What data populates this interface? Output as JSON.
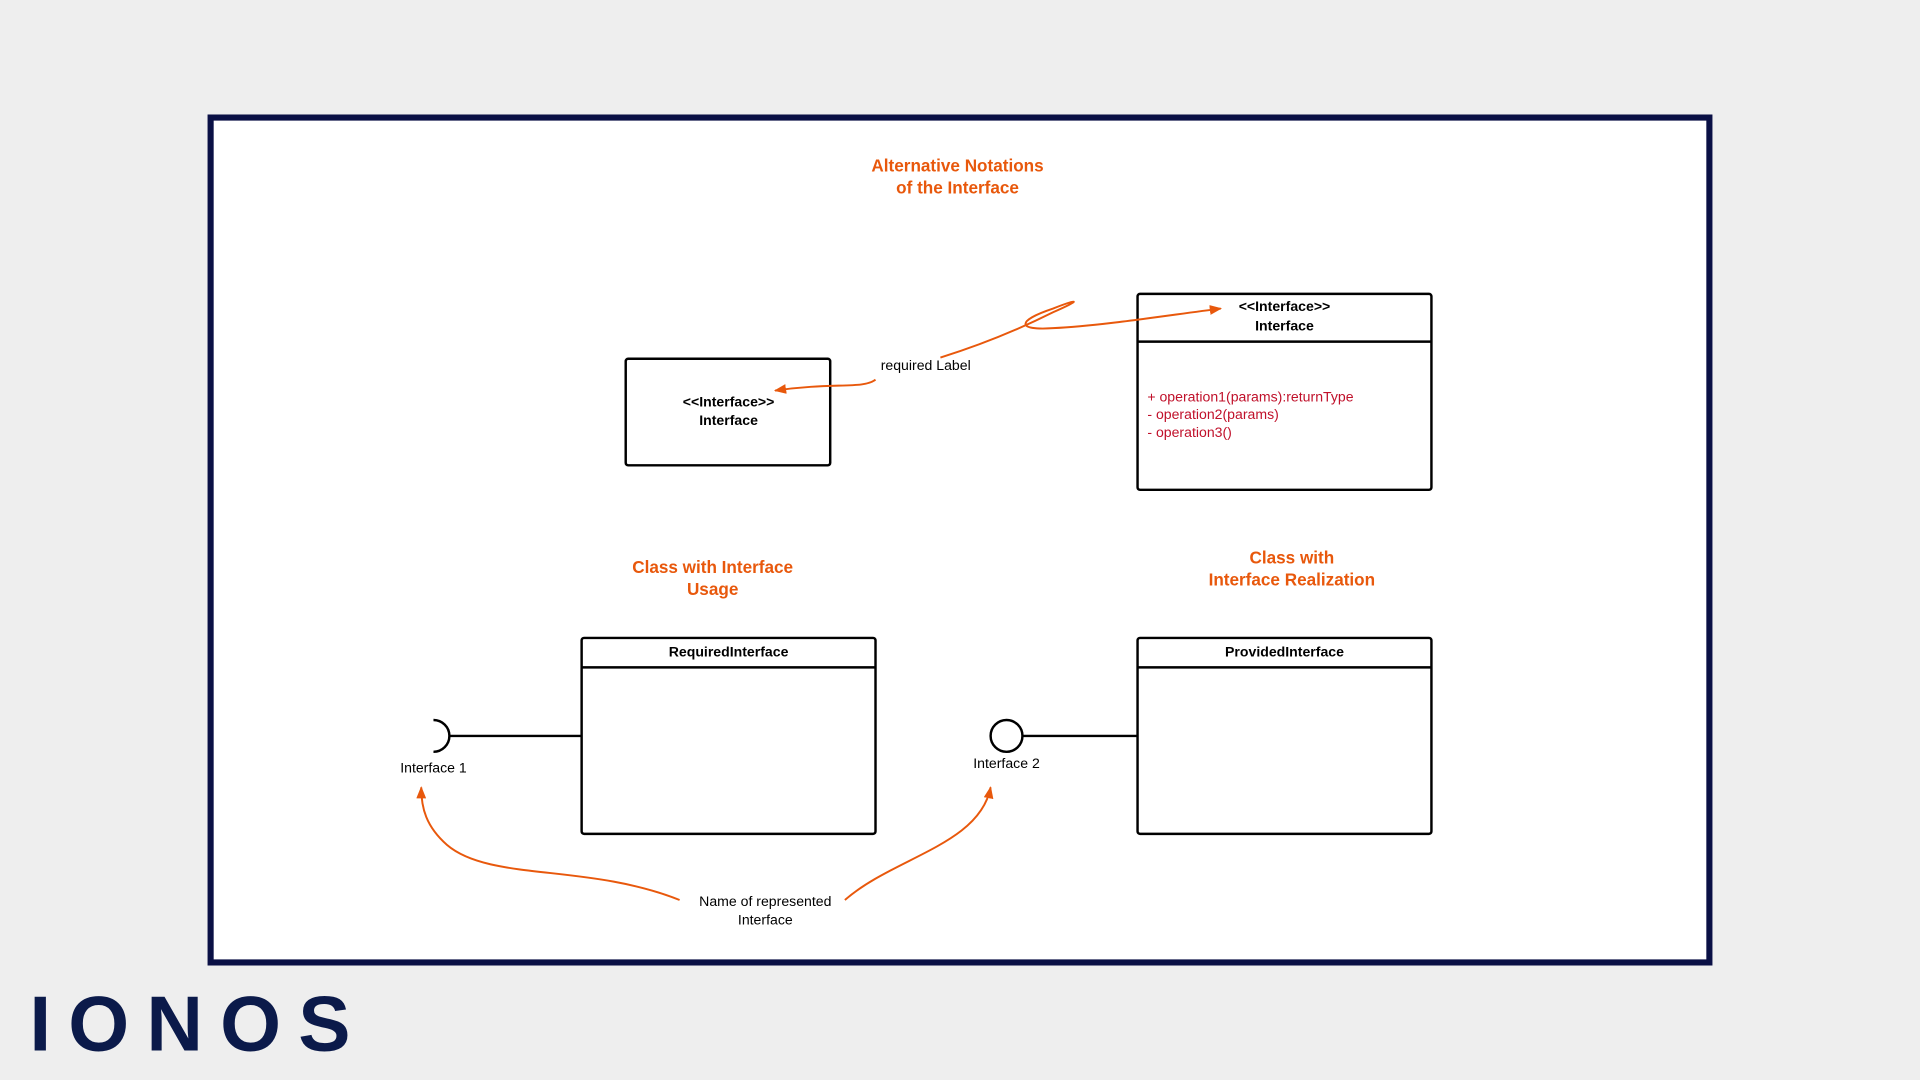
{
  "titles": {
    "alternative": [
      "Alternative Notations",
      "of the Interface"
    ],
    "usage": [
      "Class with Interface",
      "Usage"
    ],
    "realization": [
      "Class with",
      "Interface Realization"
    ]
  },
  "simple_interface": {
    "stereotype": "<<Interface>>",
    "name": "Interface"
  },
  "full_interface": {
    "stereotype": "<<Interface>>",
    "name": "Interface",
    "operations": [
      "+ operation1(params):returnType",
      "- operation2(params)",
      "- operation3()"
    ]
  },
  "required_label": "required Label",
  "required_class": {
    "name": "RequiredInterface",
    "interface_label": "Interface 1"
  },
  "provided_class": {
    "name": "ProvidedInterface",
    "interface_label": "Interface 2"
  },
  "annotation": [
    "Name of represented",
    "Interface"
  ],
  "logo": "IONOS",
  "colors": {
    "accent": "#e8580c",
    "frame": "#0a1045",
    "operations": "#c0102a"
  }
}
